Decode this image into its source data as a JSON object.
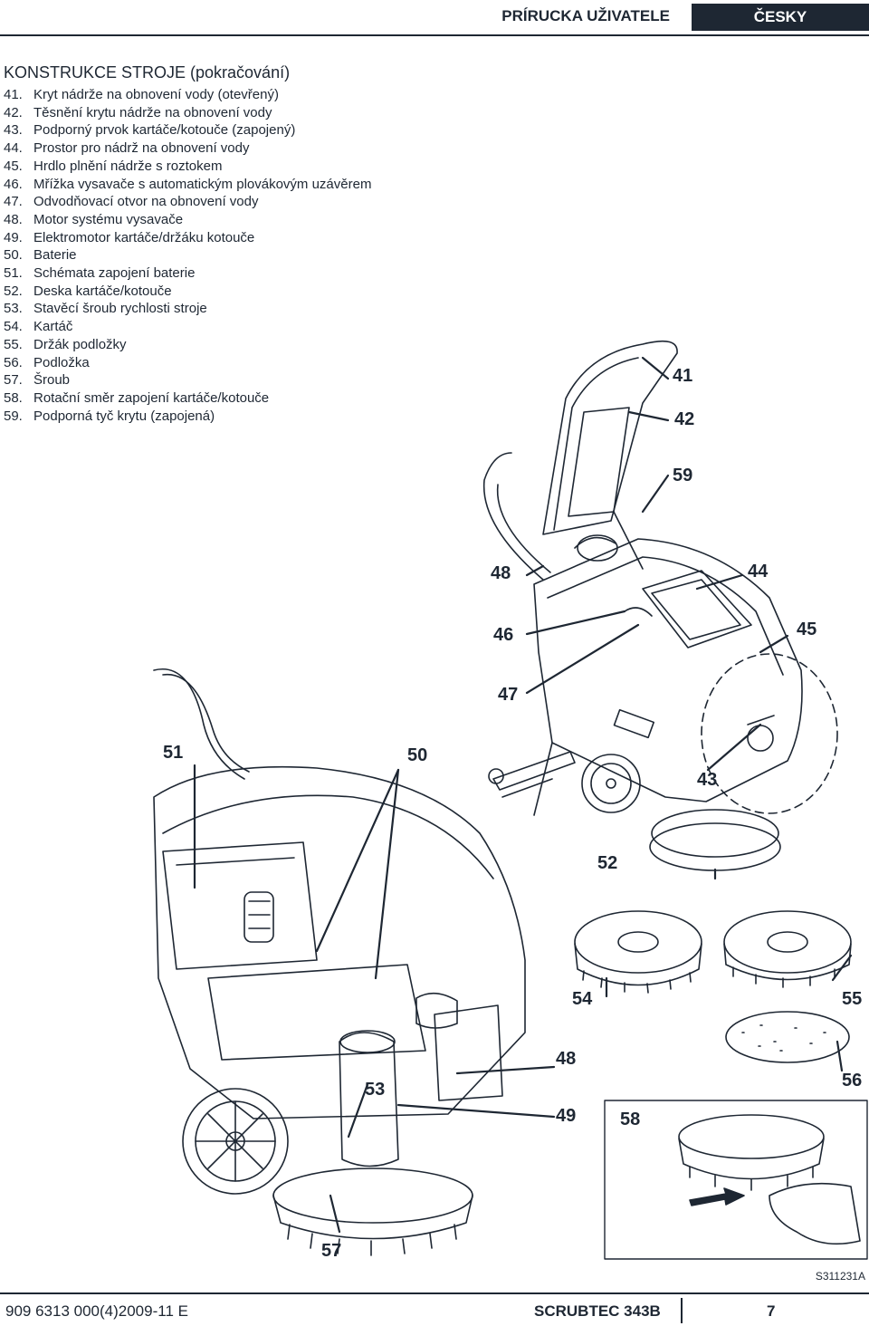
{
  "header": {
    "manual_label": "PRÍRUCKA UŽIVATELE",
    "language": "ČESKY"
  },
  "section": {
    "title": "KONSTRUKCE STROJE (pokračování)",
    "items": [
      {
        "num": "41.",
        "text": "Kryt nádrže na obnovení vody (otevřený)"
      },
      {
        "num": "42.",
        "text": "Těsnění krytu nádrže na obnovení vody"
      },
      {
        "num": "43.",
        "text": "Podporný prvok kartáče/kotouče (zapojený)"
      },
      {
        "num": "44.",
        "text": "Prostor pro nádrž na obnovení vody"
      },
      {
        "num": "45.",
        "text": "Hrdlo plnění nádrže s roztokem"
      },
      {
        "num": "46.",
        "text": "Mřížka vysavače s automatickým plovákovým uzávěrem"
      },
      {
        "num": "47.",
        "text": "Odvodňovací otvor na obnovení vody"
      },
      {
        "num": "48.",
        "text": "Motor systému vysavače"
      },
      {
        "num": "49.",
        "text": "Elektromotor kartáče/držáku kotouče"
      },
      {
        "num": "50.",
        "text": "Baterie"
      },
      {
        "num": "51.",
        "text": "Schémata zapojení baterie"
      },
      {
        "num": "52.",
        "text": "Deska kartáče/kotouče"
      },
      {
        "num": "53.",
        "text": "Stavěcí šroub rychlosti stroje"
      },
      {
        "num": "54.",
        "text": "Kartáč"
      },
      {
        "num": "55.",
        "text": "Držák podložky"
      },
      {
        "num": "56.",
        "text": "Podložka"
      },
      {
        "num": "57.",
        "text": "Šroub"
      },
      {
        "num": "58.",
        "text": "Rotační směr zapojení kartáče/kotouče"
      },
      {
        "num": "59.",
        "text": "Podporná tyč krytu (zapojená)"
      }
    ]
  },
  "figure": {
    "reference": "S311231A",
    "callouts": [
      "41",
      "42",
      "59",
      "48",
      "44",
      "46",
      "45",
      "47",
      "51",
      "50",
      "43",
      "52",
      "54",
      "55",
      "48",
      "56",
      "53",
      "49",
      "58",
      "57"
    ]
  },
  "footer": {
    "doc_code": "909 6313 000(4)2009-11 E",
    "model": "SCRUBTEC 343B",
    "page": "7"
  }
}
